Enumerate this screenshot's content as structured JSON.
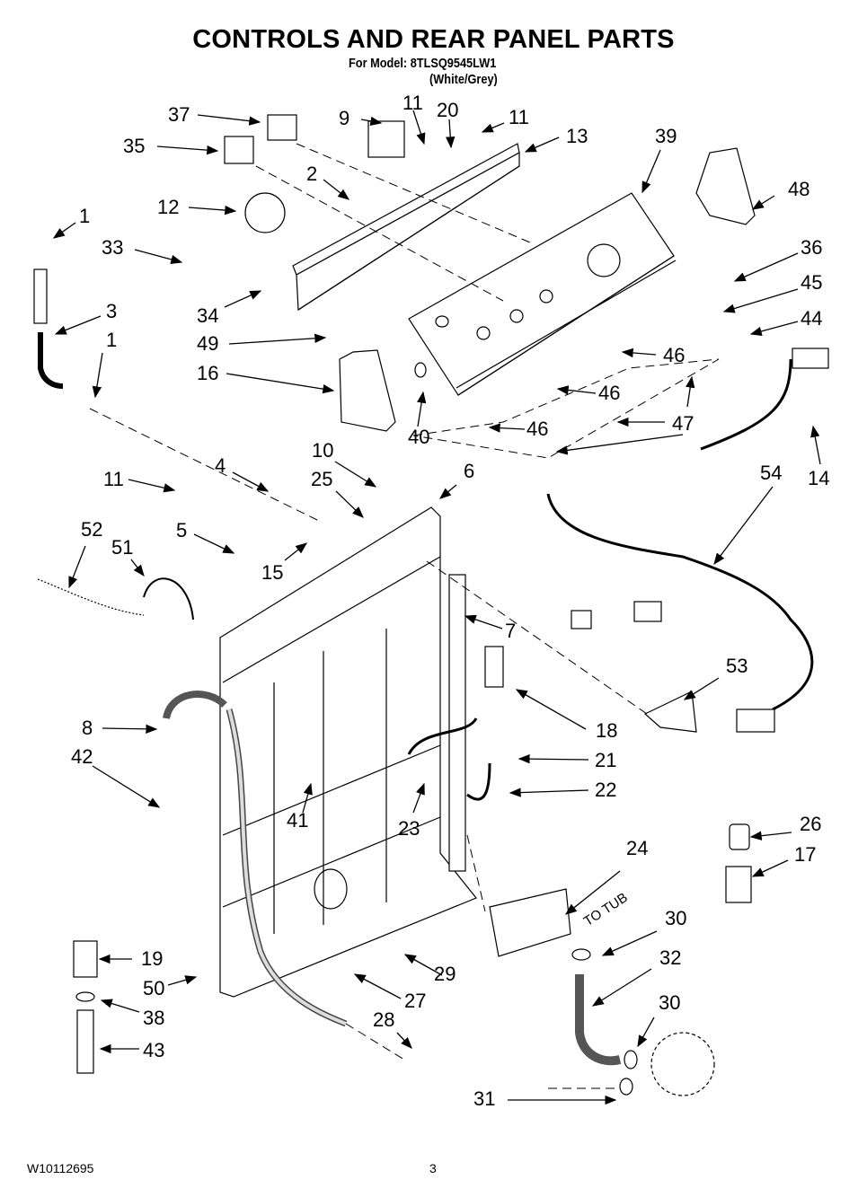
{
  "header": {
    "title": "CONTROLS AND REAR PANEL PARTS",
    "model_line": "For Model: 8TLSQ9545LW1",
    "color_line": "(White/Grey)"
  },
  "footer": {
    "doc_number": "W10112695",
    "page_number": "3"
  },
  "annotations": {
    "to_tub": "TO TUB"
  },
  "callouts": [
    {
      "id": "c37",
      "num": "37"
    },
    {
      "id": "c35",
      "num": "35"
    },
    {
      "id": "c9",
      "num": "9"
    },
    {
      "id": "c11a",
      "num": "11"
    },
    {
      "id": "c20",
      "num": "20"
    },
    {
      "id": "c11b",
      "num": "11"
    },
    {
      "id": "c13",
      "num": "13"
    },
    {
      "id": "c39",
      "num": "39"
    },
    {
      "id": "c48",
      "num": "48"
    },
    {
      "id": "c2",
      "num": "2"
    },
    {
      "id": "c12",
      "num": "12"
    },
    {
      "id": "c1a",
      "num": "1"
    },
    {
      "id": "c33",
      "num": "33"
    },
    {
      "id": "c36",
      "num": "36"
    },
    {
      "id": "c45",
      "num": "45"
    },
    {
      "id": "c44",
      "num": "44"
    },
    {
      "id": "c34",
      "num": "34"
    },
    {
      "id": "c3",
      "num": "3"
    },
    {
      "id": "c49",
      "num": "49"
    },
    {
      "id": "c1b",
      "num": "1"
    },
    {
      "id": "c16",
      "num": "16"
    },
    {
      "id": "c46a",
      "num": "46"
    },
    {
      "id": "c46b",
      "num": "46"
    },
    {
      "id": "c46c",
      "num": "46"
    },
    {
      "id": "c47",
      "num": "47"
    },
    {
      "id": "c40",
      "num": "40"
    },
    {
      "id": "c14",
      "num": "14"
    },
    {
      "id": "c10",
      "num": "10"
    },
    {
      "id": "c11c",
      "num": "11"
    },
    {
      "id": "c4",
      "num": "4"
    },
    {
      "id": "c25",
      "num": "25"
    },
    {
      "id": "c6",
      "num": "6"
    },
    {
      "id": "c54",
      "num": "54"
    },
    {
      "id": "c52",
      "num": "52"
    },
    {
      "id": "c51",
      "num": "51"
    },
    {
      "id": "c5",
      "num": "5"
    },
    {
      "id": "c15",
      "num": "15"
    },
    {
      "id": "c7",
      "num": "7"
    },
    {
      "id": "c53",
      "num": "53"
    },
    {
      "id": "c8",
      "num": "8"
    },
    {
      "id": "c18",
      "num": "18"
    },
    {
      "id": "c42",
      "num": "42"
    },
    {
      "id": "c21",
      "num": "21"
    },
    {
      "id": "c22",
      "num": "22"
    },
    {
      "id": "c41",
      "num": "41"
    },
    {
      "id": "c23",
      "num": "23"
    },
    {
      "id": "c26",
      "num": "26"
    },
    {
      "id": "c24",
      "num": "24"
    },
    {
      "id": "c17",
      "num": "17"
    },
    {
      "id": "c30a",
      "num": "30"
    },
    {
      "id": "c19",
      "num": "19"
    },
    {
      "id": "c32",
      "num": "32"
    },
    {
      "id": "c29",
      "num": "29"
    },
    {
      "id": "c50",
      "num": "50"
    },
    {
      "id": "c27",
      "num": "27"
    },
    {
      "id": "c30b",
      "num": "30"
    },
    {
      "id": "c38",
      "num": "38"
    },
    {
      "id": "c28",
      "num": "28"
    },
    {
      "id": "c43",
      "num": "43"
    },
    {
      "id": "c31",
      "num": "31"
    }
  ]
}
